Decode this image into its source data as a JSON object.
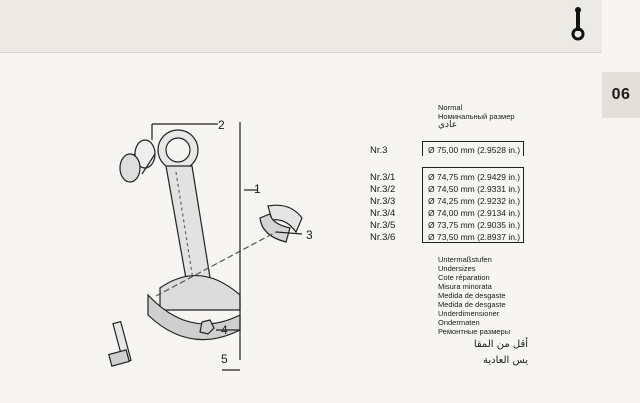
{
  "section_tab": "06",
  "callouts": [
    "1",
    "2",
    "3",
    "4",
    "5"
  ],
  "normal_labels": [
    "Normal",
    "Номинальный размер",
    "عادي"
  ],
  "nominal": {
    "code": "Nr.3",
    "value": "Ø 75,00 mm (2.9528 in.)"
  },
  "undersizes": [
    {
      "code": "Nr.3/1",
      "value": "Ø 74,75 mm (2.9429 in.)"
    },
    {
      "code": "Nr.3/2",
      "value": "Ø 74,50 mm (2.9331 in.)"
    },
    {
      "code": "Nr.3/3",
      "value": "Ø 74,25 mm (2.9232 in.)"
    },
    {
      "code": "Nr.3/4",
      "value": "Ø 74,00 mm (2.9134 in.)"
    },
    {
      "code": "Nr.3/5",
      "value": "Ø 73,75 mm (2.9035 in.)"
    },
    {
      "code": "Nr.3/6",
      "value": "Ø 73,50 mm (2.8937 in.)"
    }
  ],
  "undersize_labels": [
    "Untermaßstufen",
    "Undersizes",
    "Cote réparation",
    "Misura minorata",
    "Medida de desgaste",
    "Medida de desgaste",
    "Underdimensioner",
    "Ondermaten",
    "Ремонтные размеры"
  ],
  "arabic_lines": [
    "أقل من المقا",
    "يس العادية"
  ]
}
